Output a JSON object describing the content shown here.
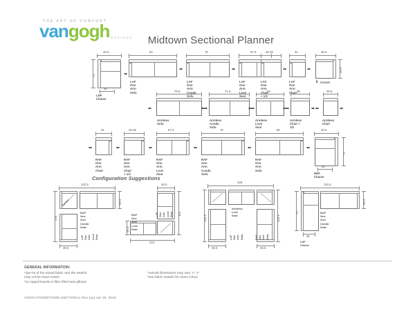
{
  "brand": {
    "tagline": "THE ART OF COMFORT",
    "name_part1": "van",
    "name_part2": "gogh",
    "sub": "DESIGNS",
    "color_blue": "#3fa9d6",
    "color_green": "#8dc63f"
  },
  "header": {
    "title": "Midtown Sectional Planner"
  },
  "rows": {
    "row1": [
      {
        "label": "LHF Chaise",
        "width": "40.5",
        "height": "72",
        "depth": "36"
      },
      {
        "label": "LAF One Arm Sofa",
        "width": "84"
      },
      {
        "label": "LAF One Arm\nCondo Sofa",
        "width": "76"
      },
      {
        "label": "LAF One Arm\nLove Seat",
        "width": "57.5"
      },
      {
        "label": "LAF One Arm\nChair + 1/2",
        "width": "40.25"
      },
      {
        "label": "LAF One Arm\nChair",
        "width": "31"
      },
      {
        "label": "Corner",
        "width": "46.5",
        "height": "46.5"
      }
    ],
    "row2": [
      {
        "label": "Armless Sofa",
        "width": "79.5"
      },
      {
        "label": "Armless\nCondo Sofa",
        "width": "71.5"
      },
      {
        "label": "Armless Love Seat",
        "width": "53"
      },
      {
        "label": "Armless\nChair + 1/2",
        "width": "36"
      },
      {
        "label": "Armless\nChair",
        "width": "26.5"
      }
    ],
    "row3": [
      {
        "label": "RAF One Arm\nChair",
        "width": "31"
      },
      {
        "label": "RAF One Arm\nChair + 1/2",
        "width": "40.25"
      },
      {
        "label": "RAF One Arm\nLove Seat",
        "width": "57.5"
      },
      {
        "label": "RAF One Arm\nCondo Sofa",
        "width": "76"
      },
      {
        "label": "RAF One Arm Sofa",
        "width": "84"
      },
      {
        "label": "RHF Chaise",
        "width": "40.5",
        "height": "72",
        "depth": "36"
      }
    ]
  },
  "configurations": {
    "section_title": "Configuration Suggestions",
    "items": [
      {
        "id": "config-1",
        "dim_top": "122.5",
        "dim_left": "104",
        "dim_right": "46.5",
        "dim_bottom": "46.5",
        "piece_corner": "Corner",
        "piece_top": "RAF One Arm Condo Sofa",
        "piece_side": "LAF One Arm\nLove Seat"
      },
      {
        "id": "config-2",
        "dim_top": "46.5",
        "dim_right": "104",
        "dim_left": "46.5",
        "dim_bottom": "104",
        "piece_vertical": "LAF One Arm\nLove Seat",
        "piece_horizontal": "RAF One Arm\nLove Seat"
      },
      {
        "id": "config-3",
        "dim_top": "146",
        "dim_left": "130.5",
        "dim_right": "130.5",
        "dim_bottom_left": "46.5",
        "dim_bottom_right": "46.5",
        "piece_center": "Armless\nLove Seat",
        "piece_left": "LAF One Arm Sofa",
        "piece_right": "RAF One Arm Sofa"
      },
      {
        "id": "config-4",
        "dim_top": "116.5",
        "dim_left": "72",
        "dim_right": "46.5",
        "dim_bottom": "36",
        "piece_right": "RAF One Arm Condo Sofa",
        "piece_left": "LHF Chaise"
      }
    ]
  },
  "footer": {
    "general_heading": "GENERAL INFORMATION:",
    "notes_left": "*dye-lot of the actual fabric and the swatch\n  may not be exact match\n*no zipper/inserts in fibre filled toss pillows",
    "notes_right": "*overall dimensions may vary +/- 1\"\n*see fabric swatch for exact colour",
    "doc_ref": "VGD/CATG/MIDTOWN SECTIONAL Rev.1(a) Apr 26, 2018"
  }
}
